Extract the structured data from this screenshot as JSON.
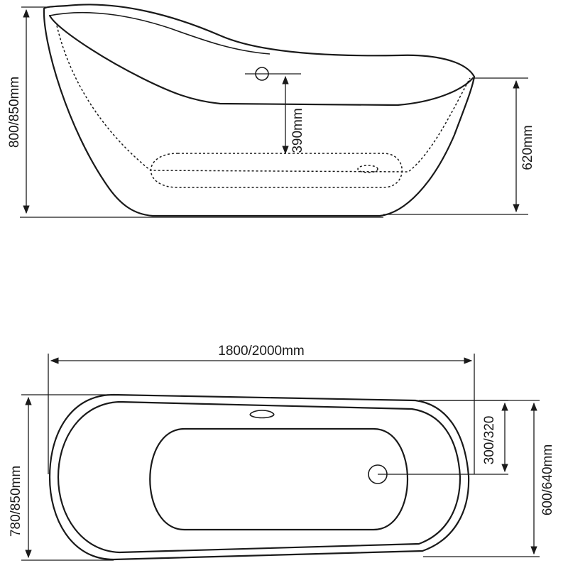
{
  "dimensions": {
    "total_height": "800/850mm",
    "drain_depth": "390mm",
    "rim_height": "620mm",
    "length": "1800/2000mm",
    "overall_width": "780/850mm",
    "drain_offset": "300/320",
    "inner_width": "600/640mm"
  }
}
